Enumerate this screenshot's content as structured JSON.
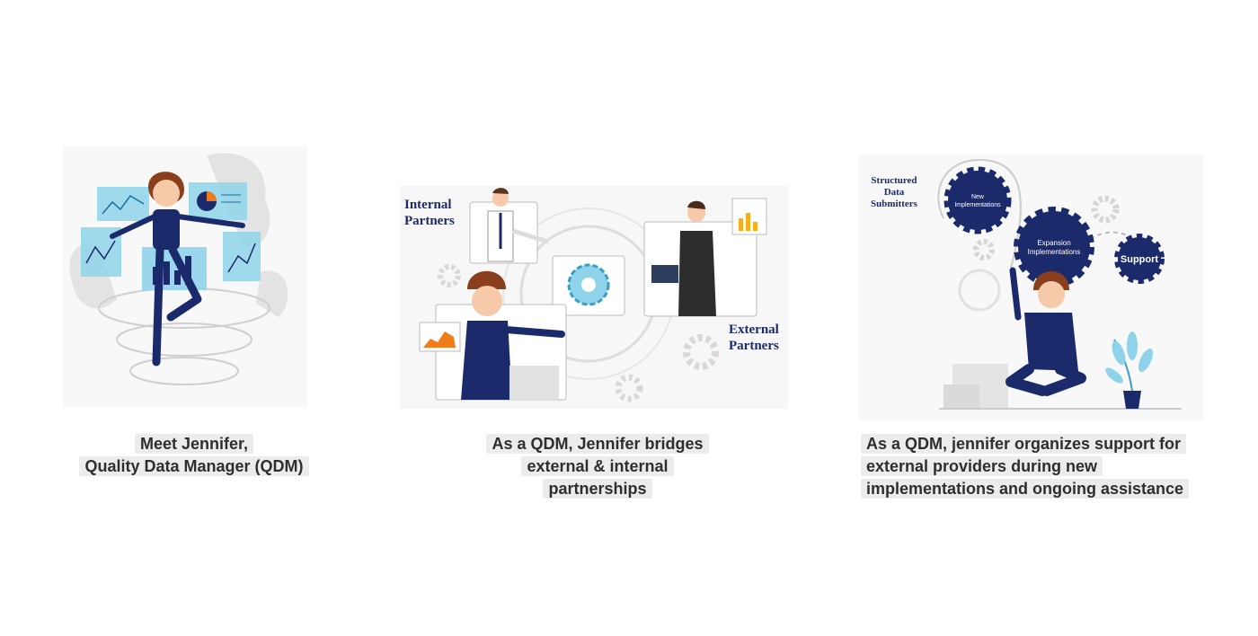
{
  "slides": [
    {
      "caption_lines": [
        "Meet Jennifer,",
        "Quality Data Manager (QDM)"
      ]
    },
    {
      "caption_lines": [
        "As a QDM, Jennifer bridges",
        "external & internal",
        "partnerships"
      ],
      "labels": {
        "internal": [
          "Internal",
          "Partners"
        ],
        "external": [
          "External",
          "Partners"
        ]
      }
    },
    {
      "caption_lines": [
        "As a QDM, jennifer organizes support for",
        "external providers during new",
        "implementations and ongoing assistance"
      ],
      "labels": {
        "structured": [
          "Structured",
          "Data",
          "Submitters"
        ],
        "gear_new": [
          "New",
          "Implementations"
        ],
        "gear_expansion": [
          "Expansion",
          "Implementations"
        ],
        "gear_support": "Support"
      }
    }
  ],
  "colors": {
    "navy": "#1b2a6b",
    "light_blue": "#8fd3ea",
    "orange": "#f07d1a",
    "skin": "#f6c9a8",
    "hair": "#8a3f1c",
    "grey": "#e6e6e6"
  }
}
